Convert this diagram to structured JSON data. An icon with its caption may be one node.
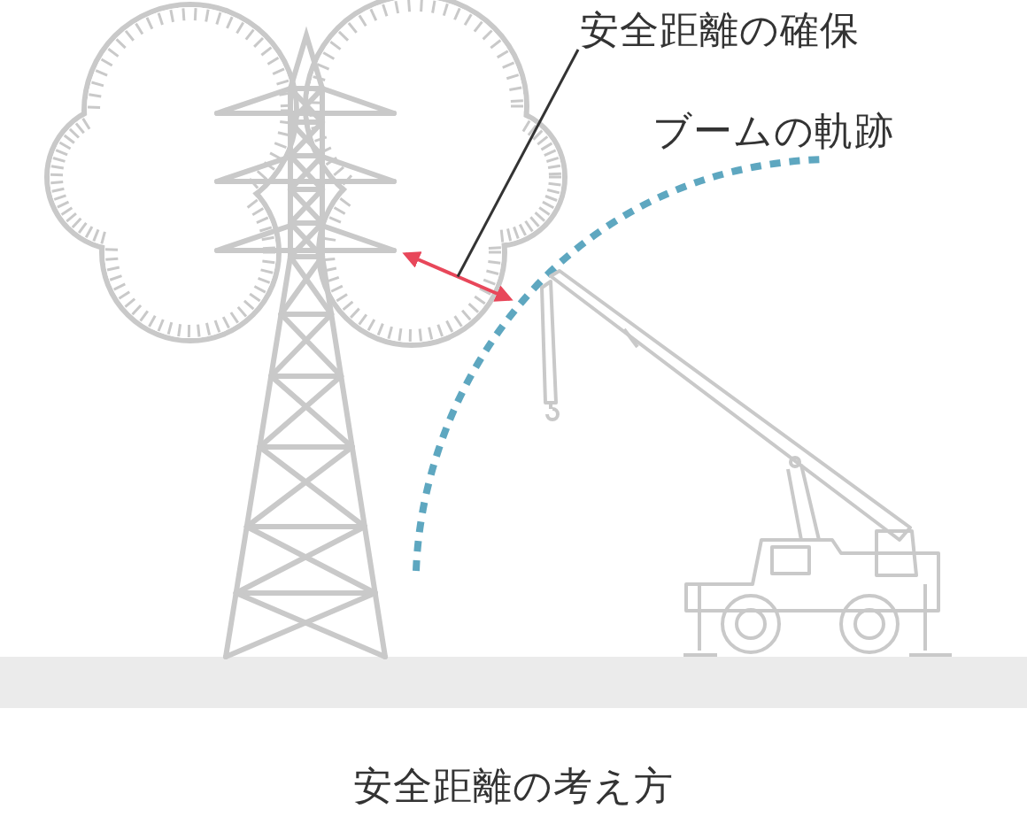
{
  "diagram": {
    "caption": "安全距離の考え方",
    "nodes": [
      {
        "text": [
          "安全距離の確保"
        ]
      },
      {
        "text": [],
        "shape": "arrow"
      }
    ],
    "edges": [
      {
        "from": 0,
        "to": 1,
        "arrow": "none"
      }
    ],
    "labels": [
      "ブームの軌跡"
    ]
  }
}
